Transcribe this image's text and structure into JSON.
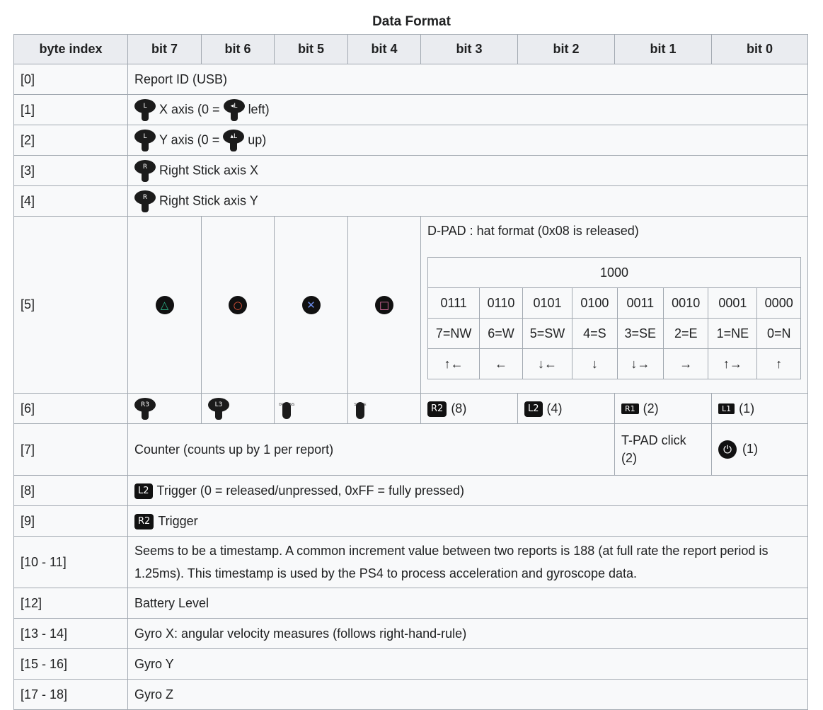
{
  "caption": "Data Format",
  "headers": [
    "byte index",
    "bit 7",
    "bit 6",
    "bit 5",
    "bit 4",
    "bit 3",
    "bit 2",
    "bit 1",
    "bit 0"
  ],
  "rows": {
    "r0": {
      "index": "[0]",
      "text": "Report ID (USB)"
    },
    "r1": {
      "index": "[1]",
      "stick": "L",
      "pre": "X axis (0 =",
      "post": "left)"
    },
    "r2": {
      "index": "[2]",
      "stick": "L",
      "pre": "Y axis (0 =",
      "post": "up)"
    },
    "r3": {
      "index": "[3]",
      "stick": "R",
      "text": "Right Stick axis X"
    },
    "r4": {
      "index": "[4]",
      "stick": "R",
      "text": "Right Stick axis Y"
    },
    "r5": {
      "index": "[5]",
      "dpad_title": "D-PAD : hat format (0x08 is released)",
      "released": "1000",
      "codes": [
        "0111",
        "0110",
        "0101",
        "0100",
        "0011",
        "0010",
        "0001",
        "0000"
      ],
      "dirs": [
        "7=NW",
        "6=W",
        "5=SW",
        "4=S",
        "3=SE",
        "2=E",
        "1=NE",
        "0=N"
      ],
      "arrows": [
        "↑←",
        "←",
        "↓←",
        "↓",
        "↓→",
        "→",
        "↑→",
        "↑"
      ]
    },
    "r6": {
      "index": "[6]",
      "r3": "R3",
      "l3": "L3",
      "options": "OPTIONS",
      "share": "SHARE",
      "r2": "R2",
      "r2_val": "(8)",
      "l2": "L2",
      "l2_val": "(4)",
      "r1": "R1",
      "r1_val": "(2)",
      "l1": "L1",
      "l1_val": "(1)"
    },
    "r7": {
      "index": "[7]",
      "text": "Counter (counts up by 1 per report)",
      "tpad": "T-PAD click (2)",
      "ps_val": "(1)"
    },
    "r8": {
      "index": "[8]",
      "btn": "L2",
      "text": "Trigger (0 = released/unpressed, 0xFF = fully pressed)"
    },
    "r9": {
      "index": "[9]",
      "btn": "R2",
      "text": "Trigger"
    },
    "r10": {
      "index": "[10 - 11]",
      "text": "Seems to be a timestamp. A common increment value between two reports is 188 (at full rate the report period is 1.25ms). This timestamp is used by the PS4 to process acceleration and gyroscope data."
    },
    "r12": {
      "index": "[12]",
      "text": "Battery Level"
    },
    "r13": {
      "index": "[13 - 14]",
      "text": "Gyro X: angular velocity measures (follows right-hand-rule)"
    },
    "r15": {
      "index": "[15 - 16]",
      "text": "Gyro Y"
    },
    "r17": {
      "index": "[17 - 18]",
      "text": "Gyro Z"
    }
  }
}
